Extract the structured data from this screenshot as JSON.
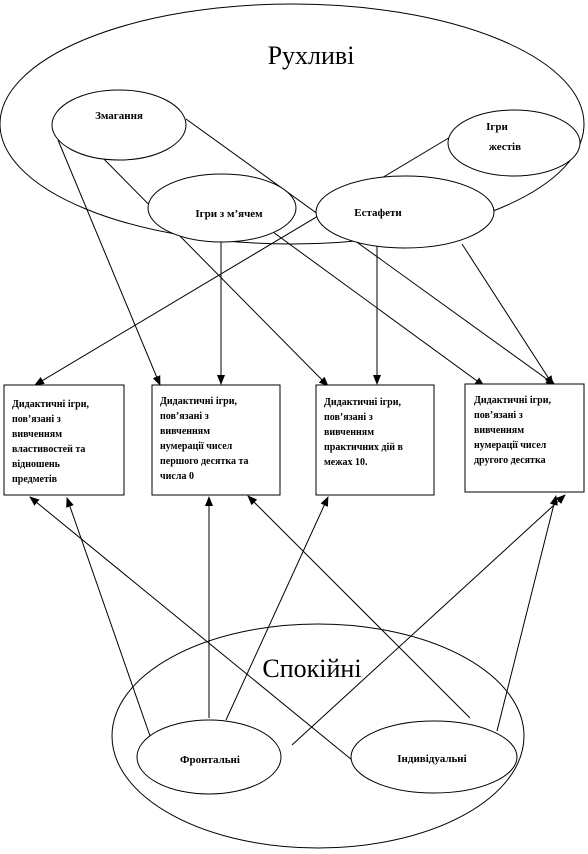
{
  "groups": {
    "active": "Рухливі",
    "calm": "Спокійні"
  },
  "nodes": {
    "competitions": "Змагання",
    "gesture_games_line1": "Ігри",
    "gesture_games_line2": "жестів",
    "ball_games": "Ігри з м’ячем",
    "relays": "Естафети",
    "frontal": "Фронтальні",
    "individual": "Індивідуальні"
  },
  "boxes": [
    {
      "lines": [
        "Дидактичні ігри,",
        "пов’язані з",
        "вивченням",
        "властивостей та",
        "відношень",
        "предметів"
      ]
    },
    {
      "lines": [
        "Дидактичні ігри,",
        "пов’язані з",
        "вивченням",
        "нумерації чисел",
        "першого десятка та",
        "числа 0"
      ]
    },
    {
      "lines": [
        "Дидактичні ігри,",
        "пов’язані з",
        "вивченням",
        "практичних дій в",
        "межах 10."
      ]
    },
    {
      "lines": [
        "Дидактичні ігри,",
        "пов’язані з",
        "вивченням",
        "нумерації чисел",
        "другого десятка"
      ]
    }
  ]
}
